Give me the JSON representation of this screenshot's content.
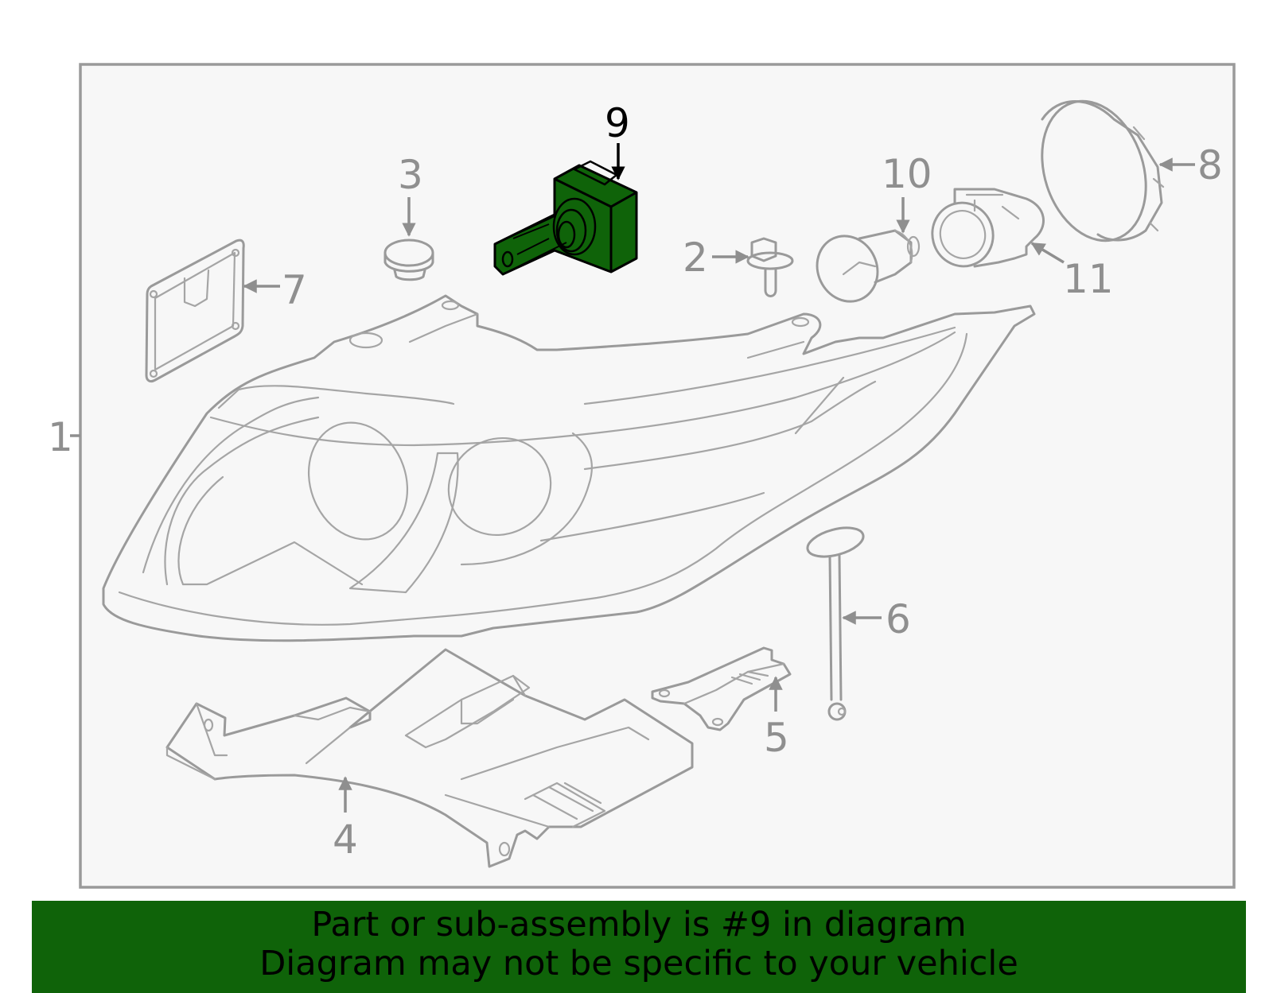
{
  "diagram": {
    "highlight_color": "#0f6309",
    "highlighted_part": "9",
    "callouts": {
      "c1": "1",
      "c2": "2",
      "c3": "3",
      "c4": "4",
      "c5": "5",
      "c6": "6",
      "c7": "7",
      "c8": "8",
      "c9": "9",
      "c10": "10",
      "c11": "11"
    }
  },
  "banner": {
    "line1": "Part or sub-assembly is #9 in diagram",
    "line2": "Diagram may not be specific to your vehicle"
  }
}
